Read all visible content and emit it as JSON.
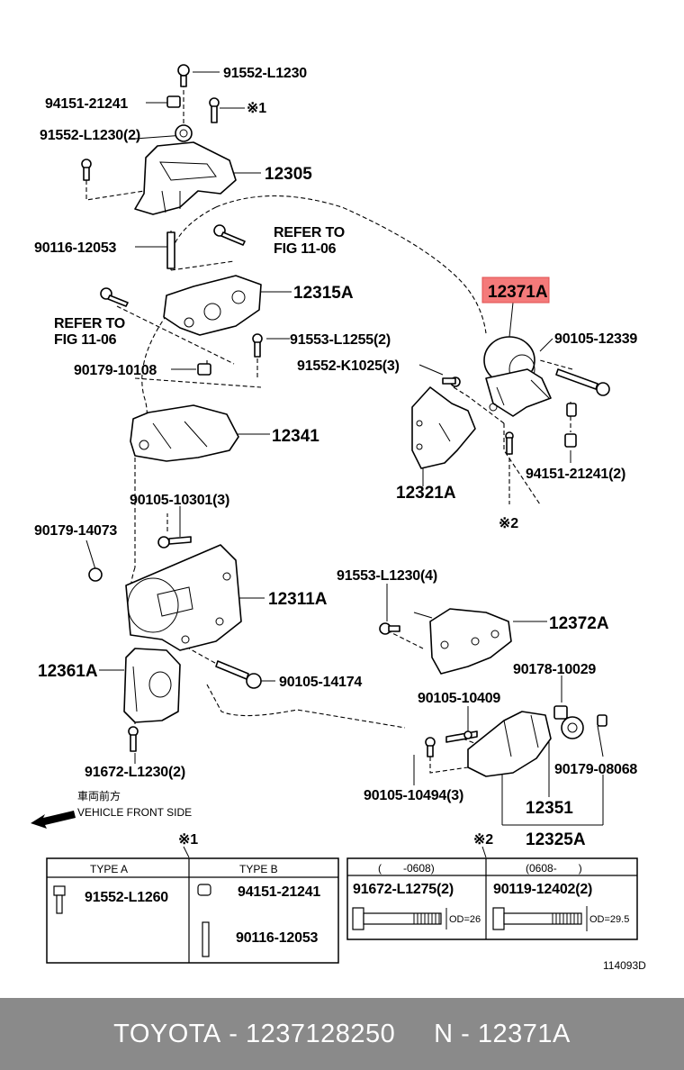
{
  "labels": {
    "l_91552_L1230_top": "91552-L1230",
    "l_94151_21241": "94151-21241",
    "l_note1_top": "※1",
    "l_91552_L1230_2": "91552-L1230(2)",
    "l_12305": "12305",
    "l_90116_12053": "90116-12053",
    "l_refer_fig_a1": "REFER TO",
    "l_refer_fig_a2": "FIG 11-06",
    "l_12315A": "12315A",
    "l_refer_fig_b1": "REFER TO",
    "l_refer_fig_b2": "FIG 11-06",
    "l_91553_L1255_2": "91553-L1255(2)",
    "l_90179_10108": "90179-10108",
    "l_12371A": "12371A",
    "l_90105_12339": "90105-12339",
    "l_91552_K1025_3": "91552-K1025(3)",
    "l_12341": "12341",
    "l_12321A": "12321A",
    "l_94151_21241_2": "94151-21241(2)",
    "l_note2_mid": "※2",
    "l_90105_10301_3": "90105-10301(3)",
    "l_90179_14073": "90179-14073",
    "l_12311A": "12311A",
    "l_91553_L1230_4": "91553-L1230(4)",
    "l_12372A": "12372A",
    "l_12361A": "12361A",
    "l_90105_14174": "90105-14174",
    "l_90178_10029": "90178-10029",
    "l_90105_10409": "90105-10409",
    "l_90179_08068": "90179-08068",
    "l_91672_L1230_2": "91672-L1230(2)",
    "l_90105_10494_3": "90105-10494(3)",
    "l_12351": "12351",
    "l_12325A": "12325A",
    "l_front_jp": "車両前方",
    "l_front_en": "VEHICLE FRONT SIDE",
    "l_note1_table": "※1",
    "l_note2_table": "※2",
    "l_diagram_code": "114093D"
  },
  "table1": {
    "type_a": "TYPE A",
    "type_b": "TYPE B",
    "a_part": "91552-L1260",
    "b_part1": "94151-21241",
    "b_part2": "90116-12053"
  },
  "table2": {
    "col1_head": "(　　-0608)",
    "col2_head": "(0608-　　)",
    "col1_part": "91672-L1275(2)",
    "col2_part": "90119-12402(2)",
    "col1_od": "OD=26",
    "col2_od": "OD=29.5"
  },
  "highlight_color": "#f47a7a",
  "footer": {
    "brand": "TOYOTA",
    "sep1": " - ",
    "part_number": "1237128250",
    "gap": "     ",
    "n_prefix": "N",
    "sep2": " - ",
    "ref": "12371A"
  }
}
